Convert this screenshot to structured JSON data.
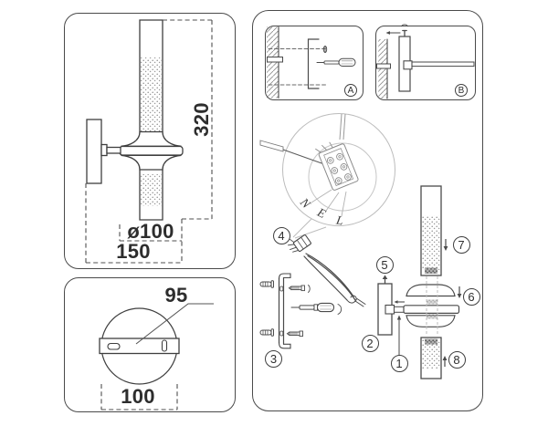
{
  "side_view_panel": {
    "height_mm": "320",
    "body_diameter_mm": "ø100",
    "depth_mm": "150"
  },
  "back_view_panel": {
    "bracket_span_mm": "95",
    "canopy_diameter_mm": "100"
  },
  "assembly_panel": {
    "inset_a_label": "A",
    "inset_b_label": "B",
    "wire_labels": {
      "neutral": "N",
      "earth": "E",
      "live": "L"
    },
    "part_numbers": {
      "p1": "1",
      "p2": "2",
      "p3": "3",
      "p4": "4",
      "p5": "5",
      "p6": "6",
      "p7": "7",
      "p8": "8"
    }
  }
}
